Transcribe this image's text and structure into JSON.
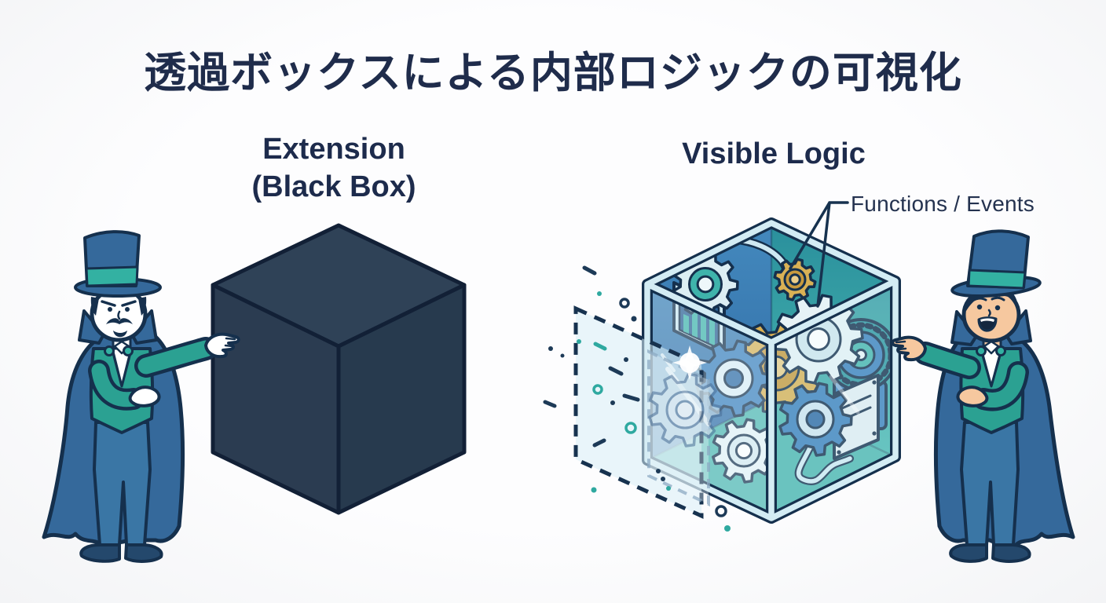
{
  "title": {
    "text": "透過ボックスによる内部ロジックの可視化"
  },
  "labels": {
    "left_heading_line1": "Extension",
    "left_heading_line2": "(Black Box)",
    "right_heading": "Visible Logic",
    "callout": "Functions / Events"
  },
  "icons": {
    "left_figure": "magician-presenting",
    "right_figure": "magician-presenting",
    "left_object": "opaque-black-box-cube",
    "right_object": "transparent-box-with-gears",
    "detached_panel": "dashed-transparent-panel",
    "callout_target": "gears-inside-box"
  },
  "colors": {
    "ink_outline": "#15304d",
    "text_navy": "#1f2c4b",
    "black_box_top": "#2f4257",
    "black_box_left": "#2b3c51",
    "black_box_right": "#273a4e",
    "magician_blue": "#35699b",
    "magician_teal": "#2ba192",
    "hat_band_teal": "#33b1a2",
    "skin_tone": "#f6c89f",
    "glass_frame": "#d3ecf4",
    "interior_teal": "#2d97a1",
    "interior_blue": "#3e83b8",
    "gear_blue": "#3c80bd",
    "gear_gold": "#d9b155",
    "background": "#fdfdfe"
  }
}
